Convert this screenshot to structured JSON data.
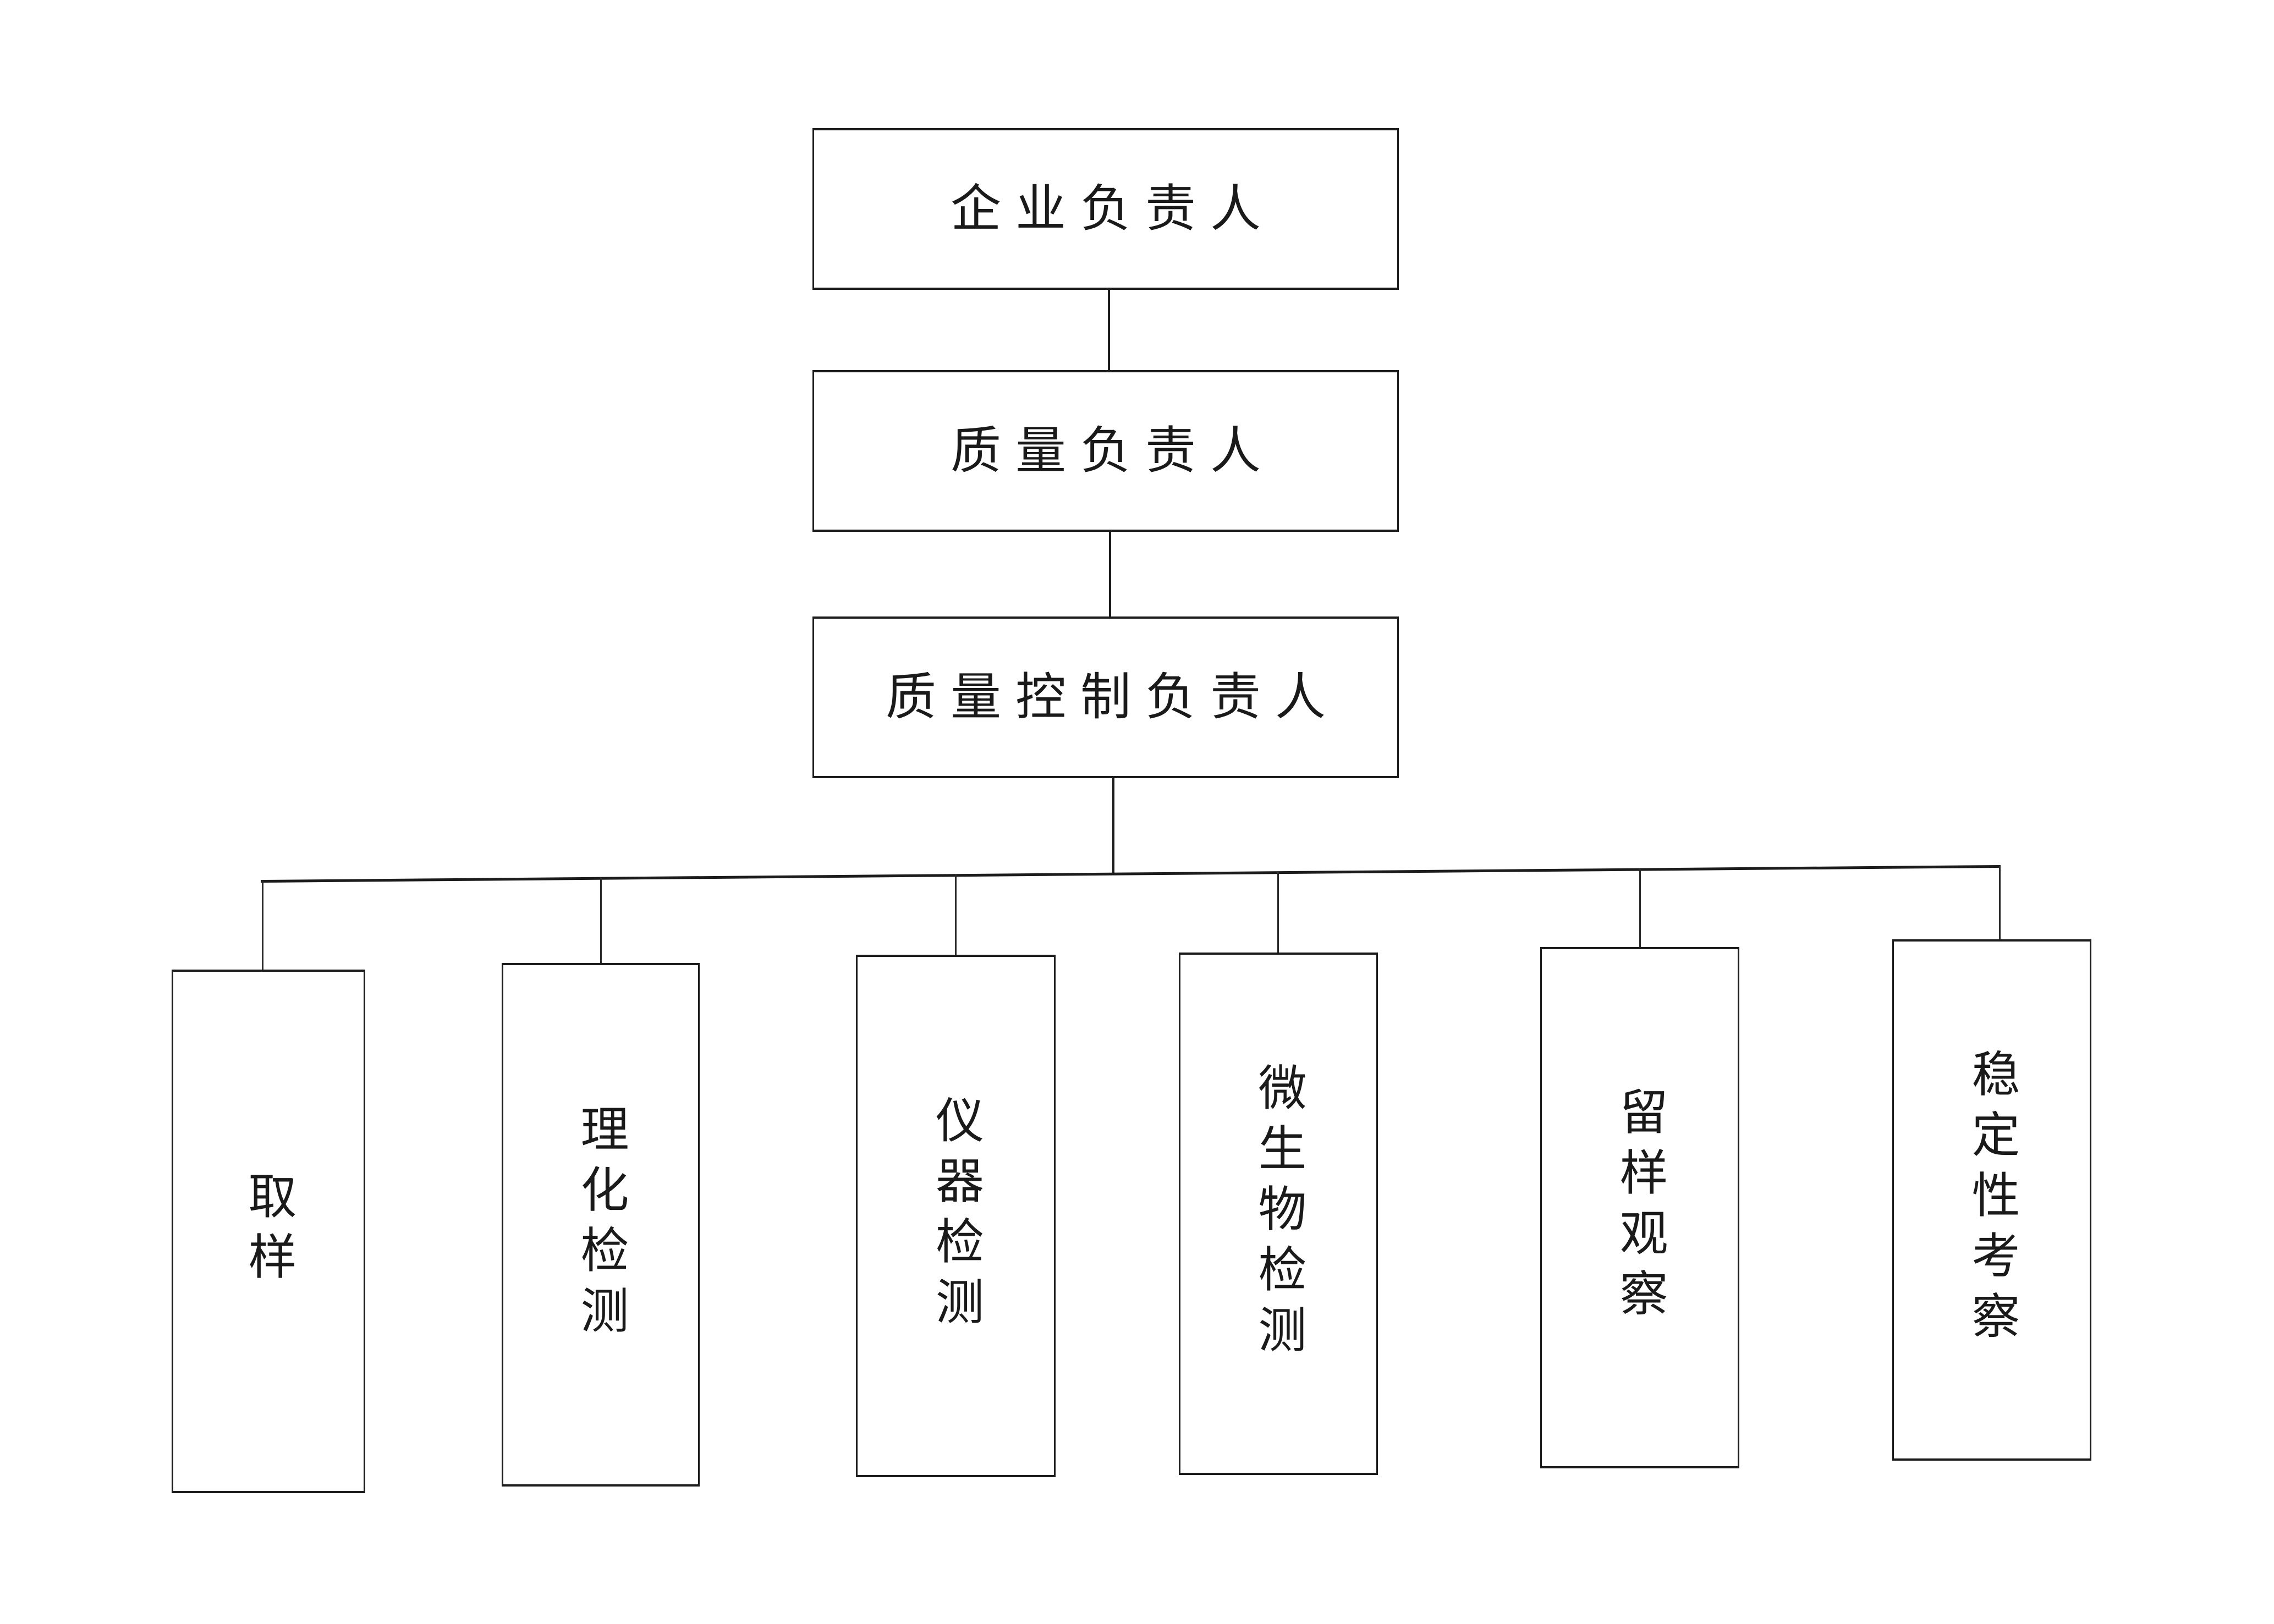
{
  "diagram": {
    "type": "organization-chart",
    "orientation": "top-down",
    "title_text": "",
    "line_color": "#1c1c1c",
    "box_fill": "#ffffff",
    "text_color": "#1a1a1a",
    "levels": 4,
    "skew_note": "scanned page, connector bus and bottom boxes are slightly tilted"
  },
  "hierarchy": {
    "level1": {
      "id": "enterprise-manager",
      "label": "企业负责人",
      "orientation": "horizontal"
    },
    "level2": {
      "id": "quality-manager",
      "label": "质量负责人",
      "orientation": "horizontal"
    },
    "level3": {
      "id": "quality-control-manager",
      "label": "质量控制负责人",
      "orientation": "horizontal"
    },
    "level4": {
      "orientation": "vertical",
      "count": 6,
      "items": [
        {
          "id": "sampling",
          "label": "取样"
        },
        {
          "id": "physchem-testing",
          "label": "理化检测"
        },
        {
          "id": "instrument-testing",
          "label": "仪器检测"
        },
        {
          "id": "microbial-testing",
          "label": "微生物检测"
        },
        {
          "id": "retained-sample-obs",
          "label": "留样观察"
        },
        {
          "id": "stability-study",
          "label": "稳定性考察"
        }
      ]
    }
  },
  "connections": [
    {
      "from": "enterprise-manager",
      "to": "quality-manager",
      "style": "vertical-line"
    },
    {
      "from": "quality-manager",
      "to": "quality-control-manager",
      "style": "vertical-line"
    },
    {
      "from": "quality-control-manager",
      "to": "sampling",
      "style": "bus-drop"
    },
    {
      "from": "quality-control-manager",
      "to": "physchem-testing",
      "style": "bus-drop"
    },
    {
      "from": "quality-control-manager",
      "to": "instrument-testing",
      "style": "bus-drop"
    },
    {
      "from": "quality-control-manager",
      "to": "microbial-testing",
      "style": "bus-drop"
    },
    {
      "from": "quality-control-manager",
      "to": "retained-sample-obs",
      "style": "bus-drop"
    },
    {
      "from": "quality-control-manager",
      "to": "stability-study",
      "style": "bus-drop"
    }
  ]
}
